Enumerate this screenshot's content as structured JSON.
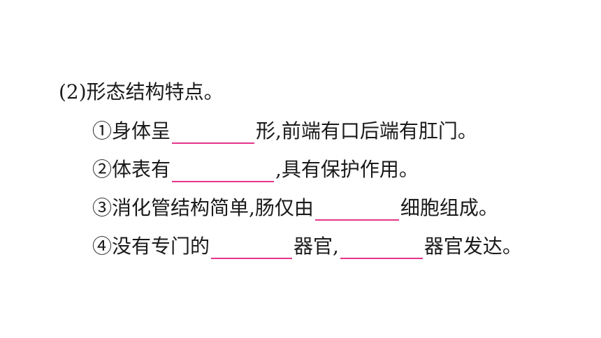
{
  "heading": "(2)形态结构特点。",
  "items": [
    {
      "before": "①身体呈",
      "middle": "",
      "after": "形,前端有口后端有肛门。"
    },
    {
      "before": "②体表有",
      "middle": "",
      "after": ",具有保护作用。"
    },
    {
      "before": "③消化管结构简单,肠仅由",
      "middle": "",
      "after": "细胞组成。"
    },
    {
      "before": "④没有专门的",
      "middle": "器官,",
      "after": "器官发达。"
    }
  ],
  "colors": {
    "text": "#1a1a1a",
    "blank_line": "#e5358a",
    "background": "#ffffff"
  }
}
